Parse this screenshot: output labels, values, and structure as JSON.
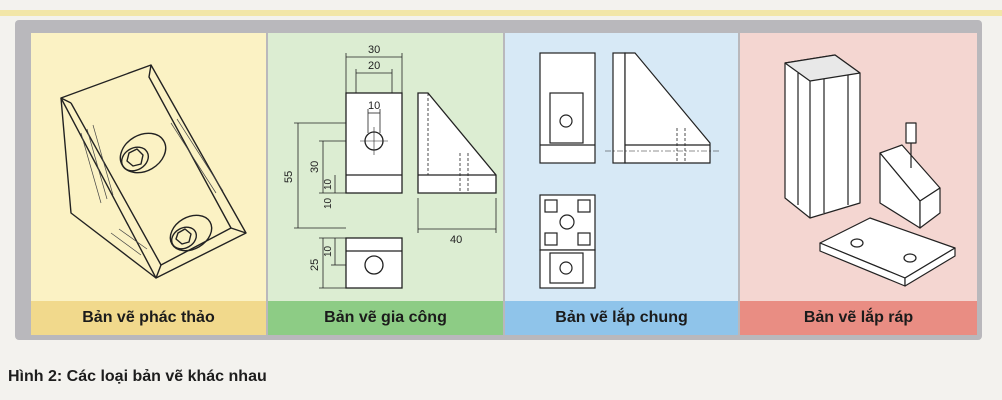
{
  "panels": [
    {
      "label": "Bản vẽ phác thảo"
    },
    {
      "label": "Bản vẽ gia công"
    },
    {
      "label": "Bản vẽ lắp chung"
    },
    {
      "label": "Bản vẽ lắp ráp"
    }
  ],
  "dimensions": {
    "d30_top": "30",
    "d20": "20",
    "d10_top": "10",
    "d55": "55",
    "d30_left": "30",
    "d10_left": "10",
    "d40": "40",
    "d10_low": "10",
    "d25": "25",
    "d10_bottom": "10"
  },
  "caption": "Hình 2: Các loại bản vẽ khác nhau",
  "colors": {
    "sketch_bg": "#fbf2c4",
    "sketch_label": "#f1d98c",
    "machining_bg": "#dcedd2",
    "machining_label": "#8dcc85",
    "general_bg": "#d7e9f6",
    "general_label": "#8fc4ea",
    "assembly_bg": "#f4d6d1",
    "assembly_label": "#e98d83"
  }
}
